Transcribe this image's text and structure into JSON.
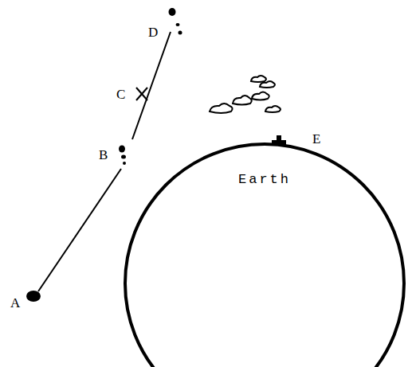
{
  "diagram": {
    "nodes": [
      {
        "text": [
          "Earth"
        ]
      }
    ],
    "labels": [
      "D",
      "C",
      "B",
      "E",
      "A"
    ]
  }
}
